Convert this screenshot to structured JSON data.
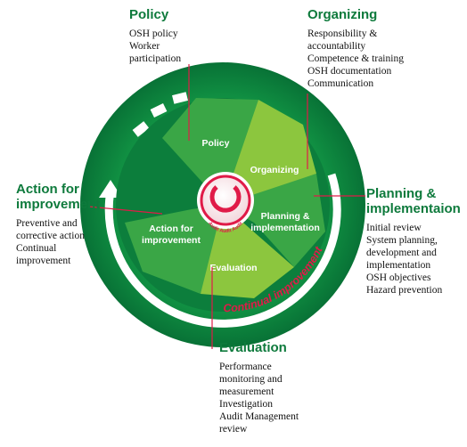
{
  "colors": {
    "heading": "#0e7a3c",
    "ring_dark": "#0a7a3a",
    "ring_light": "#1f9a4f",
    "segment_light": "#8cc63e",
    "segment_dark": "#3aa646",
    "accent": "#e01b48",
    "center_ring": "#e01b48"
  },
  "callouts": {
    "policy": {
      "title": "Policy",
      "items": [
        "OSH policy",
        "Worker",
        "participation"
      ]
    },
    "organizing": {
      "title": "Organizing",
      "items": [
        "Responsibility &",
        "accountability",
        "Competence & training",
        "OSH documentation",
        "Communication"
      ]
    },
    "planning": {
      "title": "Planning &\nimplementaion",
      "items": [
        "Initial review",
        "System planning,",
        "development and",
        "implementation",
        "OSH objectives",
        "Hazard prevention"
      ]
    },
    "evaluation": {
      "title": "Evaluation",
      "items": [
        "Performance",
        "monitoring and",
        "measurement",
        "Investigation",
        "Audit Management",
        "review"
      ]
    },
    "action": {
      "title": "Action for\nimprovement",
      "items": [
        "Preventive and",
        "corrective action",
        "Continual",
        "improvement"
      ]
    }
  },
  "wheel": {
    "segments": {
      "policy": "Policy",
      "organizing": "Organizing",
      "planning_line1": "Planning &",
      "planning_line2": "implementation",
      "evaluation": "Evaluation",
      "action_line1": "Action for",
      "action_line2": "improvement"
    },
    "center_text": "Audit Audit Audit",
    "ring_label": "Continual improvement"
  }
}
